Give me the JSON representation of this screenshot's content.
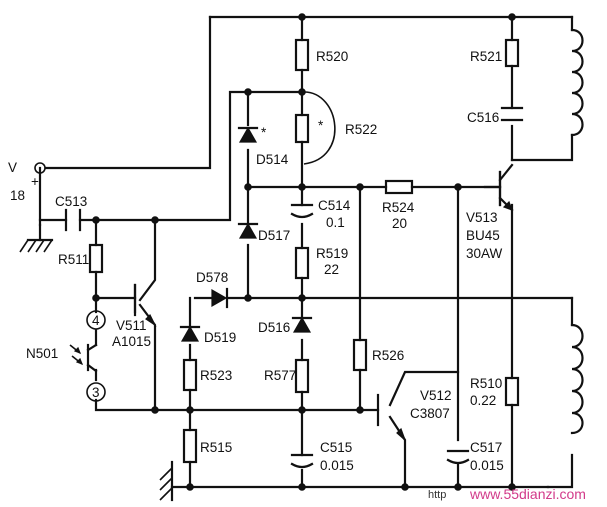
{
  "labels": {
    "r520": "R520",
    "r521": "R521",
    "r522": "R522",
    "r522_star": "*",
    "c516": "C516",
    "d514": "D514",
    "d514_star": "*",
    "v_supply": "V",
    "v_supply_value": "18",
    "c513": "C513",
    "c514": "C514",
    "c514_value": "0.1",
    "r524": "R524",
    "r524_value": "20",
    "d517": "D517",
    "r519": "R519",
    "r519_value": "22",
    "v513": "V513",
    "v513_type": "BU45",
    "v513_rating": "30AW",
    "r511": "R511",
    "d578": "D578",
    "v511": "V511",
    "v511_type": "A1015",
    "d519": "D519",
    "d516": "D516",
    "n501": "N501",
    "pin4": "4",
    "pin3": "3",
    "r523": "R523",
    "r526": "R526",
    "r577": "R577",
    "v512": "V512",
    "v512_type": "C3807",
    "r510": "R510",
    "r510_value": "0.22",
    "r515": "R515",
    "c515": "C515",
    "c515_value": "0.015",
    "c517": "C517",
    "c517_value": "0.015"
  },
  "watermark": {
    "site": "www.55dianzi.com",
    "prefix": "http"
  },
  "colors": {
    "ink": "#111111",
    "watermark": "#d23a8a"
  }
}
